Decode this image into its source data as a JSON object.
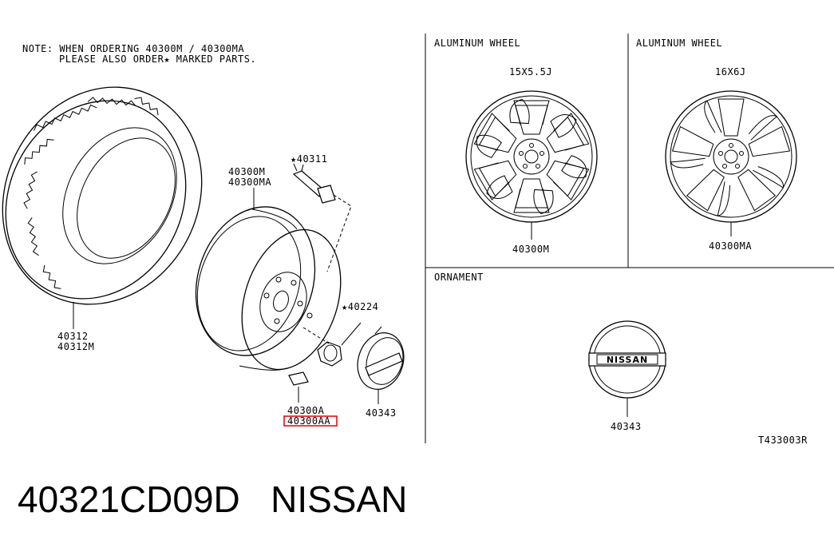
{
  "note": {
    "line1": "NOTE: WHEN ORDERING 40300M / 40300MA",
    "line2": "PLEASE ALSO ORDER★ MARKED PARTS."
  },
  "parts": {
    "tire": {
      "label1": "40312",
      "label2": "40312M"
    },
    "wheel_main": {
      "label1": "40300M",
      "label2": "40300MA"
    },
    "valve": {
      "label": "★40311"
    },
    "nut": {
      "label": "★40224"
    },
    "weight": {
      "label1": "40300A",
      "label2": "40300AA",
      "highlight_color": "#e0101a"
    },
    "ornament_small": {
      "label": "40343"
    }
  },
  "panels": {
    "wheel_15": {
      "title": "ALUMINUM WHEEL",
      "size": "15X5.5J",
      "part": "40300M"
    },
    "wheel_16": {
      "title": "ALUMINUM WHEEL",
      "size": "16X6J",
      "part": "40300MA"
    },
    "ornament": {
      "title": "ORNAMENT",
      "part": "40343",
      "logo_text": "NISSAN"
    }
  },
  "drawing_code": "T433003R",
  "caption": {
    "part_number": "40321CD09D",
    "brand": "NISSAN"
  }
}
